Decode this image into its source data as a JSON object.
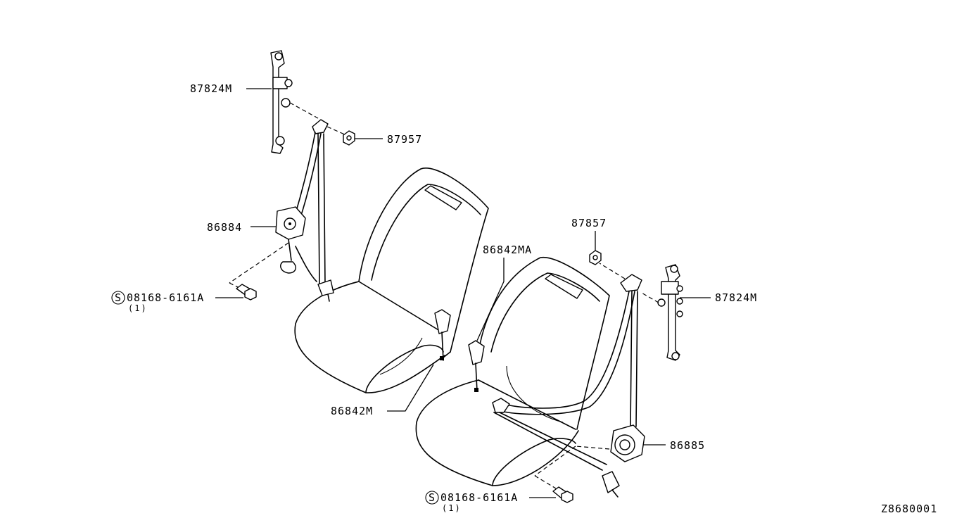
{
  "labels": {
    "upper_adjuster_left": "87824M",
    "nut_left": "87957",
    "retractor_left": "86884",
    "bolt_left": "08168-6161A",
    "bolt_left_qty": "(1)",
    "buckle_left": "86842M",
    "buckle_center": "86842MA",
    "nut_right": "87857",
    "upper_adjuster_right": "87824M",
    "retractor_right": "86885",
    "bolt_right": "08168-6161A",
    "bolt_right_qty": "(1)",
    "bolt_symbol": "S",
    "figure_code": "Z8680001"
  }
}
